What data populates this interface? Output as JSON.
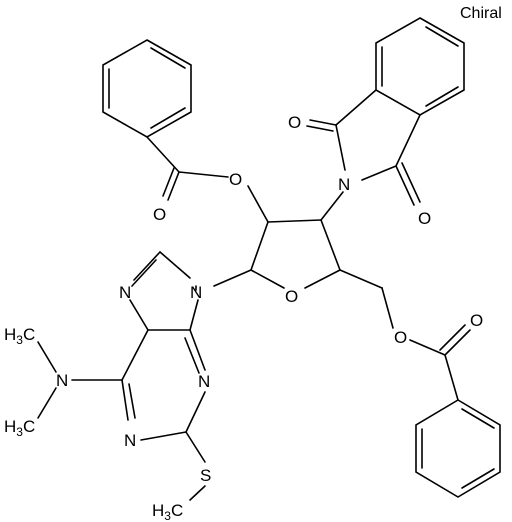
{
  "chiral_label": "Chiral",
  "atoms": {
    "o_ester1_carbonyl": "O",
    "o_ester1_link": "O",
    "n_phthalimide": "N",
    "o_phth_top": "O",
    "o_phth_bottom": "O",
    "n_purine_7": "N",
    "n_purine_9": "N",
    "o_ring": "O",
    "o_ester2_link": "O",
    "o_ester2_carbonyl": "O",
    "n_dimethylamino": "N",
    "n_purine_1": "N",
    "n_purine_3": "N",
    "s_thio": "S",
    "h3c_top": "H3C",
    "h3c_bottom": "H3C",
    "h3c_sulfur": "H3C"
  },
  "colors": {
    "ink": "#000000",
    "background": "#ffffff"
  }
}
